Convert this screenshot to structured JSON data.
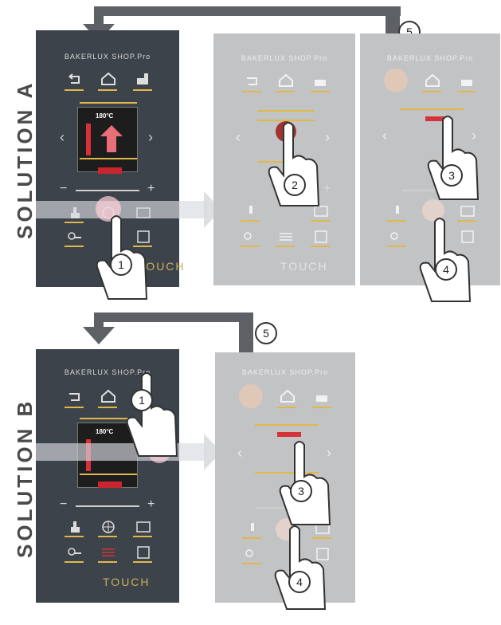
{
  "labels": {
    "solution_a": "SOLUTION A",
    "solution_b": "SOLUTION B"
  },
  "brand": "BAKERLUX SHOP.Pro",
  "touch_text": "TOUCH",
  "steps": {
    "one": "1",
    "two": "2",
    "three": "3",
    "four": "4",
    "five": "5"
  },
  "screen_text": {
    "temp": "180°C"
  },
  "colors": {
    "panel_dark": "#3d434a",
    "panel_light": "#c2c3c5",
    "accent_gold": "#e0b84a",
    "flow_arrow": "#5d6166",
    "highlight_red": "#d6323a"
  }
}
